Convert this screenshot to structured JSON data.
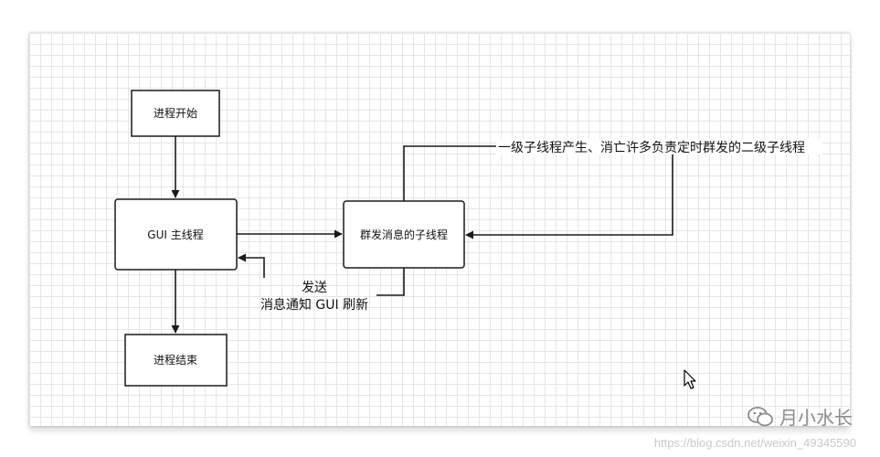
{
  "nodes": {
    "start": "进程开始",
    "gui_main": "GUI 主线程",
    "sender_thread": "群发消息的子线程",
    "end": "进程结束"
  },
  "edges": {
    "loop_label": "一级子线程产生、消亡许多负责定时群发的二级子线程",
    "send_label_line1": "发送",
    "send_label_line2": "消息通知 GUI 刷新"
  },
  "watermark": {
    "brand": "月小水长",
    "url": "https://blog.csdn.net/weixin_49345590",
    "brand_icon": "wechat-icon"
  },
  "colors": {
    "stroke": "#1a1a1a",
    "grid": "#e6e6e6"
  }
}
